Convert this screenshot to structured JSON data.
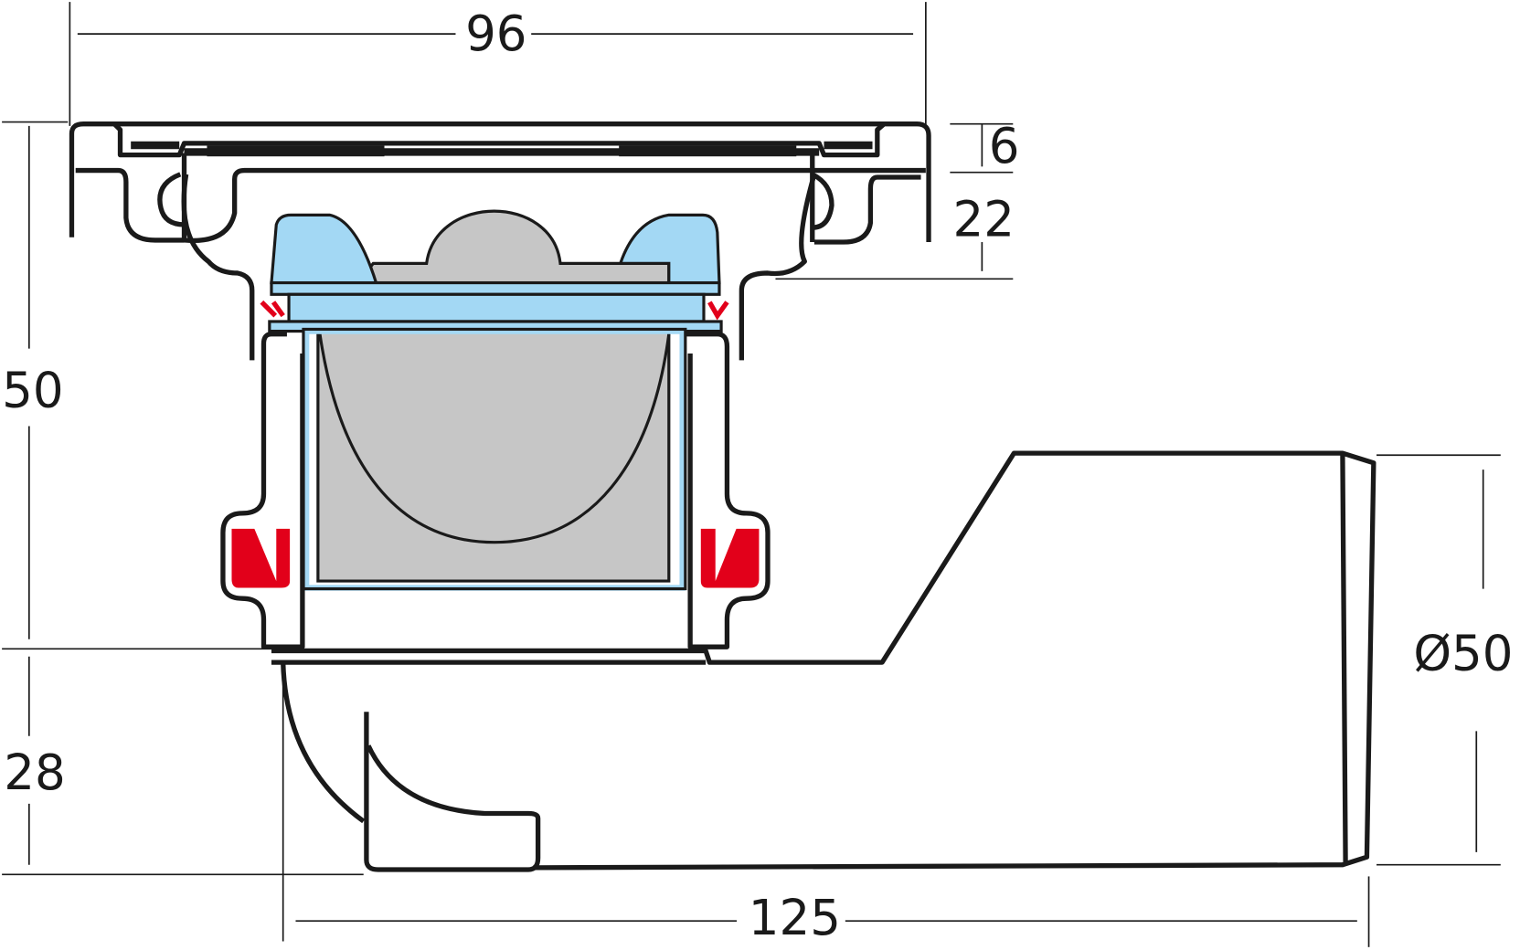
{
  "title": "Floor drain cross-section",
  "dimensions": {
    "top_width": "96",
    "grate_height": "6",
    "frame_height": "22",
    "body_height": "50",
    "outlet_height": "28",
    "outlet_diameter": "Ø50",
    "total_length": "125"
  },
  "colors": {
    "outline": "#1a1a1a",
    "trap_blue": "#a3d8f4",
    "trap_grey": "#c6c6c6",
    "seal_red": "#e2001a"
  }
}
